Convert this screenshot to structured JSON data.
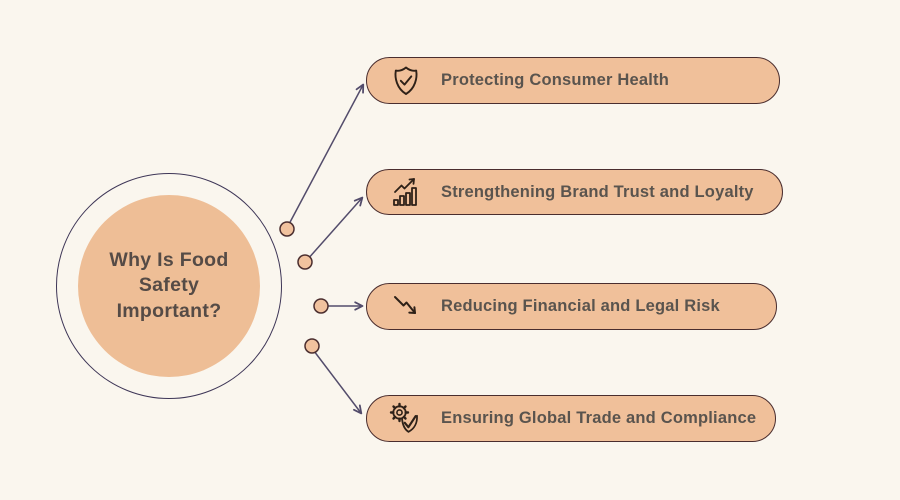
{
  "title": {
    "text": "Why Is Food Safety Important?",
    "lines": [
      "Why Is Food",
      "Safety",
      "Important?"
    ]
  },
  "items": [
    {
      "label": "Protecting Consumer Health",
      "icon": "shield-check-icon"
    },
    {
      "label": "Strengthening Brand Trust and Loyalty",
      "icon": "growth-chart-icon"
    },
    {
      "label": "Reducing Financial and Legal Risk",
      "icon": "trend-down-arrow-icon"
    },
    {
      "label": "Ensuring Global Trade and Compliance",
      "icon": "gear-check-icon"
    }
  ],
  "colors": {
    "background": "#FAF6EE",
    "pill_fill": "#F0C09A",
    "pill_border": "#4A2D2E",
    "center_circle_fill": "#EEBE96",
    "ring_stroke": "#3E3657",
    "connector_line": "#534C6B",
    "icon_stroke": "#2E2118",
    "pill_text": "#5A544E",
    "title_text": "#554B46"
  }
}
